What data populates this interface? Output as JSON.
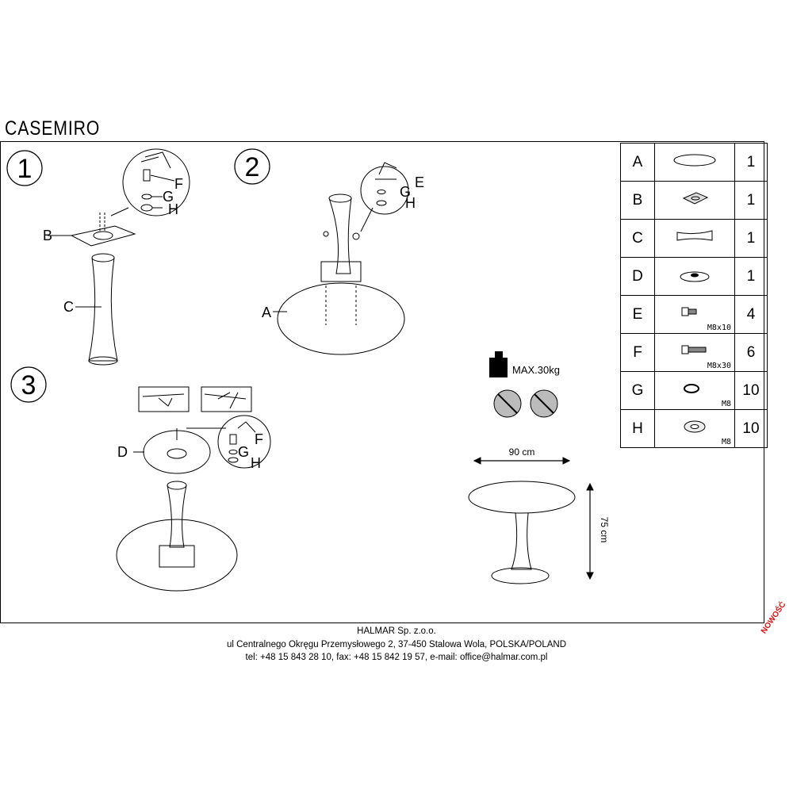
{
  "title": "CASEMIRO",
  "steps": [
    "1",
    "2",
    "3"
  ],
  "callouts": {
    "step1": {
      "B": "B",
      "C": "C",
      "F": "F",
      "G": "G",
      "H": "H"
    },
    "step2": {
      "A": "A",
      "E": "E",
      "G": "G",
      "H": "H"
    },
    "step3": {
      "D": "D",
      "F": "F",
      "G": "G",
      "H": "H"
    }
  },
  "max_load": "MAX.30kg",
  "dimensions": {
    "width": "90 cm",
    "height": "75 cm"
  },
  "parts": [
    {
      "code": "A",
      "qty": "1",
      "size": "",
      "icon": "table-top-icon"
    },
    {
      "code": "B",
      "qty": "1",
      "size": "",
      "icon": "mounting-plate-icon"
    },
    {
      "code": "C",
      "qty": "1",
      "size": "",
      "icon": "column-icon"
    },
    {
      "code": "D",
      "qty": "1",
      "size": "",
      "icon": "base-disc-icon"
    },
    {
      "code": "E",
      "qty": "4",
      "size": "M8x10",
      "icon": "short-bolt-icon"
    },
    {
      "code": "F",
      "qty": "6",
      "size": "M8x30",
      "icon": "long-bolt-icon"
    },
    {
      "code": "G",
      "qty": "10",
      "size": "M8",
      "icon": "spring-washer-icon"
    },
    {
      "code": "H",
      "qty": "10",
      "size": "M8",
      "icon": "flat-washer-icon"
    }
  ],
  "footer": {
    "company": "HALMAR Sp. z.o.o.",
    "address": "ul Centralnego Okręgu Przemysłowego 2, 37-450 Stalowa Wola, POLSKA/POLAND",
    "contact": "tel: +48 15 843 28 10, fax: +48 15 842 19 57, e-mail: office@halmar.com.pl"
  },
  "badge": "NOWOŚĆ"
}
